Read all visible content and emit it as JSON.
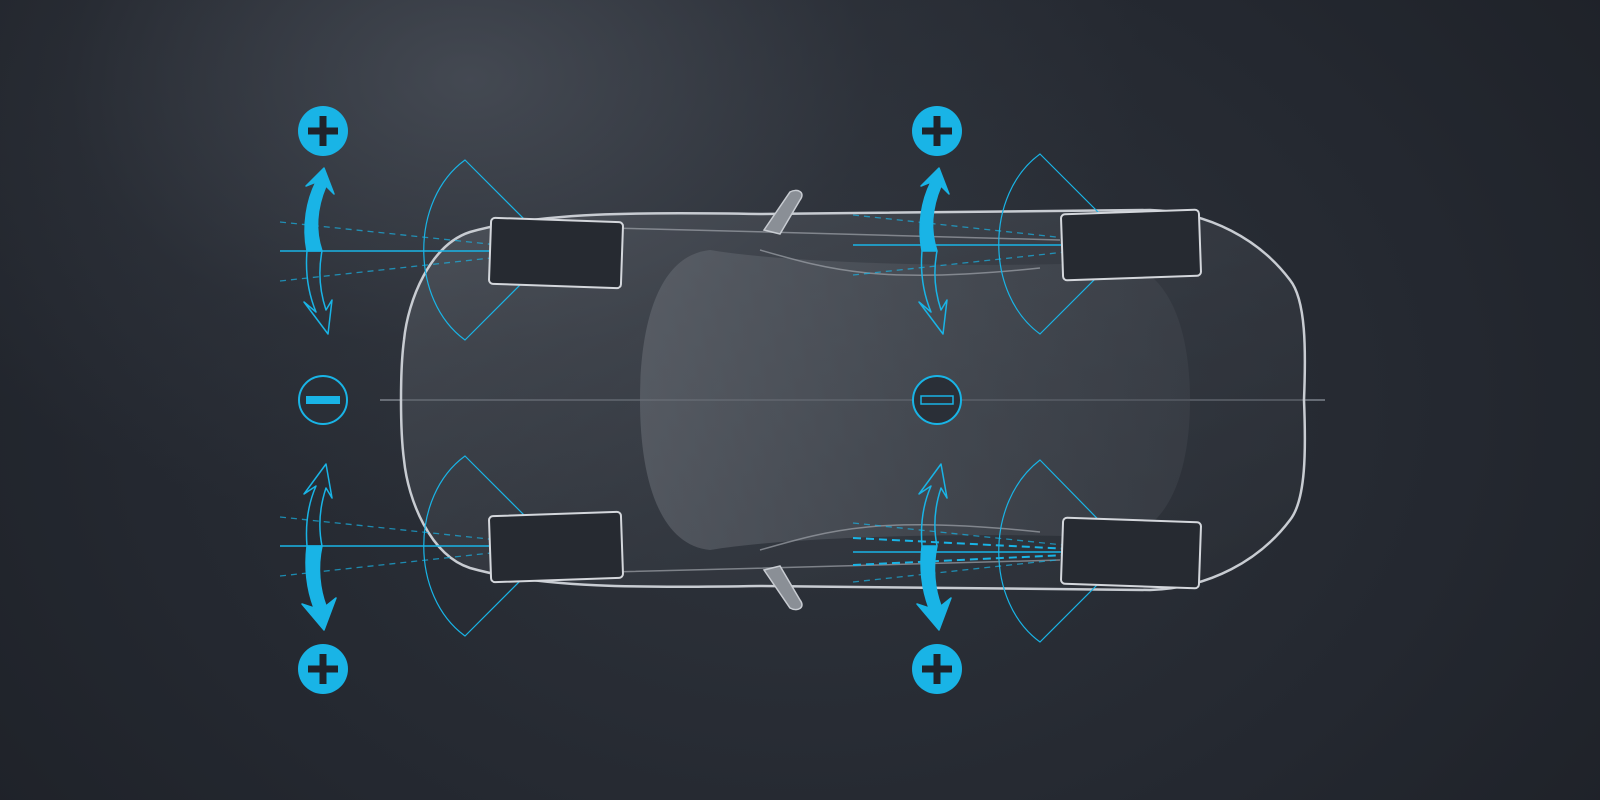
{
  "colors": {
    "accent": "#19b4e6",
    "accent_dark": "#0e86b0",
    "body_outline": "#c8ccd2",
    "tire_fill": "#262a31",
    "tire_outline": "#d4d7dc",
    "centerline": "#7c828b",
    "background_light": "#4a5058",
    "background_dark": "#1b1e24"
  },
  "icons": {
    "front_left_control": "plus-circle-icon",
    "rear_left_control": "plus-circle-icon",
    "front_right_control": "plus-circle-icon",
    "rear_right_control": "plus-circle-icon",
    "front_axle_indicator": "minus-circle-icon",
    "rear_axle_indicator": "neutral-bar-circle-icon"
  },
  "wheel_states": {
    "front_left": "positive",
    "front_right": "negative",
    "rear_left": "positive",
    "rear_right": "negative"
  },
  "axle_states": {
    "front": "toe-out",
    "rear": "neutral"
  }
}
